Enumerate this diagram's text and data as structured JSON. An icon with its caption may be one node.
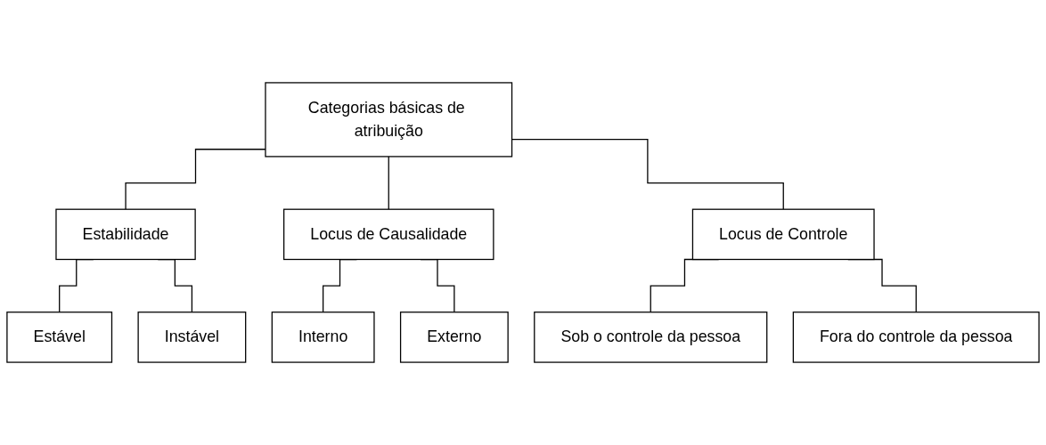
{
  "diagram": {
    "nodes": [
      {
        "text": [
          "Categorias básicas de atribuição"
        ]
      },
      {
        "text": [
          "Estabilidade"
        ]
      },
      {
        "text": [
          "Locus de Causalidade"
        ]
      },
      {
        "text": [
          "Locus de Controle"
        ]
      },
      {
        "text": [
          "Estável"
        ]
      },
      {
        "text": [
          "Instável"
        ]
      },
      {
        "text": [
          "Interno"
        ]
      },
      {
        "text": [
          "Externo"
        ]
      },
      {
        "text": [
          "Sob o controle da pessoa"
        ]
      },
      {
        "text": [
          "Fora do controle da pessoa"
        ]
      }
    ],
    "edges": [
      {
        "from": 0,
        "to": 1,
        "arrow": "none"
      },
      {
        "from": 0,
        "to": 2,
        "arrow": "none"
      },
      {
        "from": 0,
        "to": 3,
        "arrow": "none"
      },
      {
        "from": 1,
        "to": 4,
        "arrow": "none"
      },
      {
        "from": 1,
        "to": 5,
        "arrow": "none"
      },
      {
        "from": 2,
        "to": 6,
        "arrow": "none"
      },
      {
        "from": 2,
        "to": 7,
        "arrow": "none"
      },
      {
        "from": 3,
        "to": 8,
        "arrow": "none"
      },
      {
        "from": 3,
        "to": 9,
        "arrow": "none"
      }
    ]
  }
}
